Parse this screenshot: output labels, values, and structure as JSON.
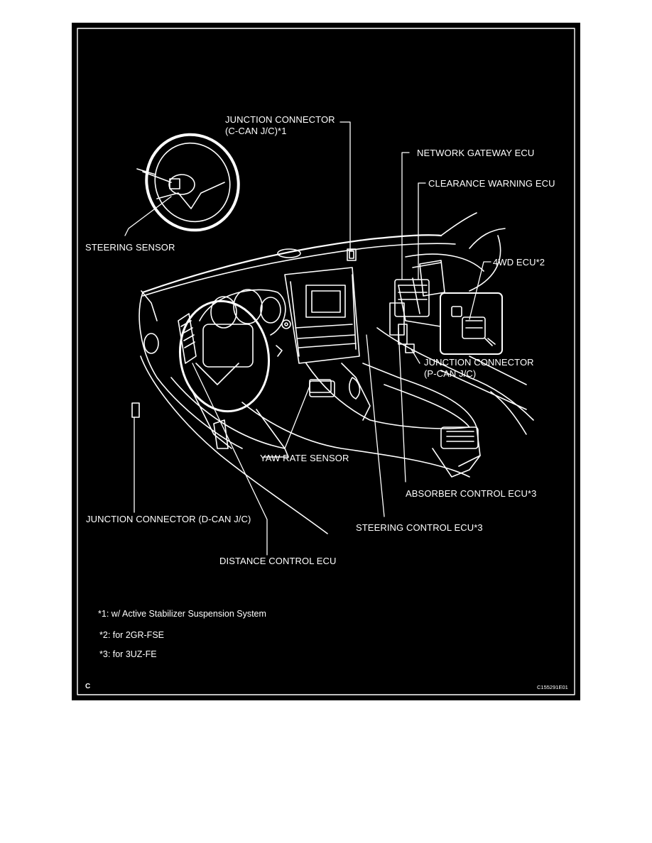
{
  "labels": {
    "junction_connector_c_can_line1": "JUNCTION CONNECTOR",
    "junction_connector_c_can_line2": "(C-CAN J/C)*1",
    "network_gateway_ecu": "NETWORK GATEWAY ECU",
    "clearance_warning_ecu": "CLEARANCE WARNING ECU",
    "steering_sensor": "STEERING SENSOR",
    "four_wd_ecu": "4WD ECU*2",
    "junction_connector_p_can_line1": "JUNCTION CONNECTOR",
    "junction_connector_p_can_line2": "(P-CAN J/C)",
    "yaw_rate_sensor": "YAW RATE SENSOR",
    "absorber_control_ecu": "ABSORBER CONTROL ECU*3",
    "junction_connector_d_can": "JUNCTION CONNECTOR (D-CAN J/C)",
    "steering_control_ecu": "STEERING CONTROL ECU*3",
    "distance_control_ecu": "DISTANCE CONTROL ECU"
  },
  "notes": [
    "*1: w/ Active Stabilizer Suspension System",
    "*2: for 2GR-FSE",
    "*3: for 3UZ-FE"
  ],
  "section_letter": "C",
  "figure_code": "C155291E01"
}
